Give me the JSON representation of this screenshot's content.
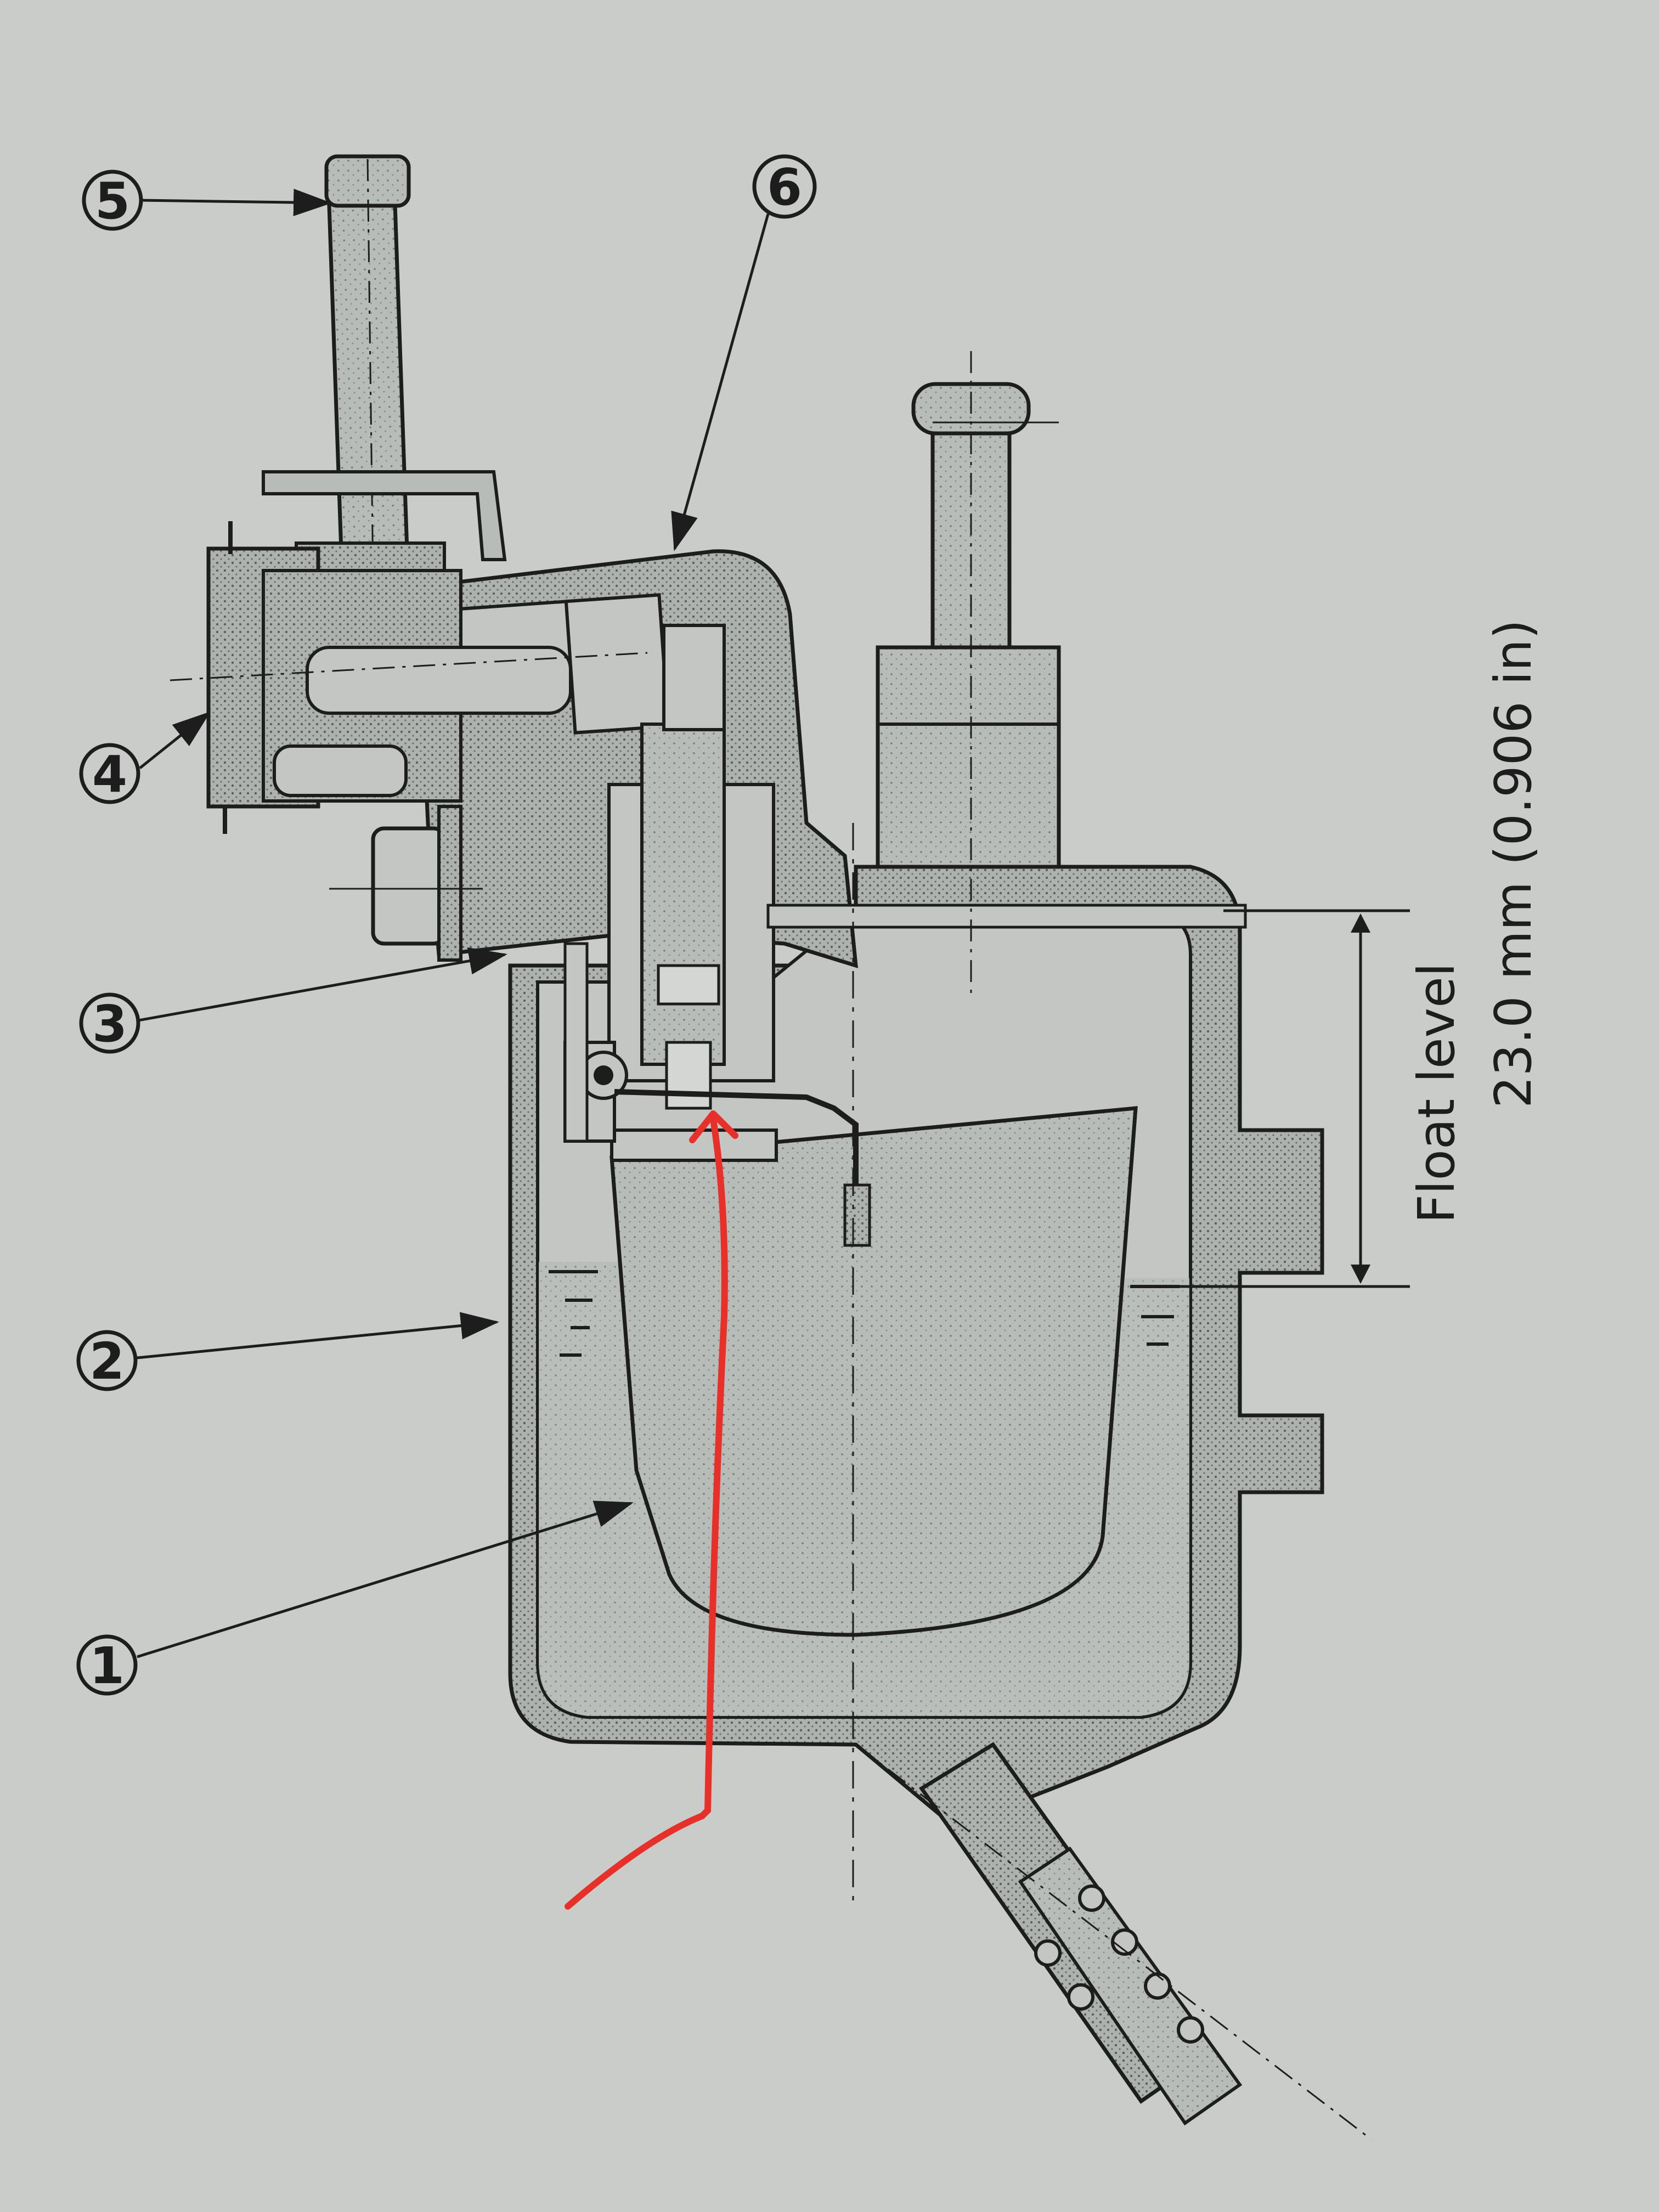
{
  "callouts": [
    {
      "label": "1"
    },
    {
      "label": "2"
    },
    {
      "label": "3"
    },
    {
      "label": "4"
    },
    {
      "label": "5"
    },
    {
      "label": "6"
    }
  ],
  "float_level": {
    "title": "Float level",
    "value": "23.0 mm (0.906 in)"
  },
  "colors": {
    "paper": "#c9ccc9",
    "ink": "#1d1d1d",
    "body_fill": "#a9ada9",
    "float_fill": "#b6bab6",
    "annotation": "#e8302a"
  }
}
